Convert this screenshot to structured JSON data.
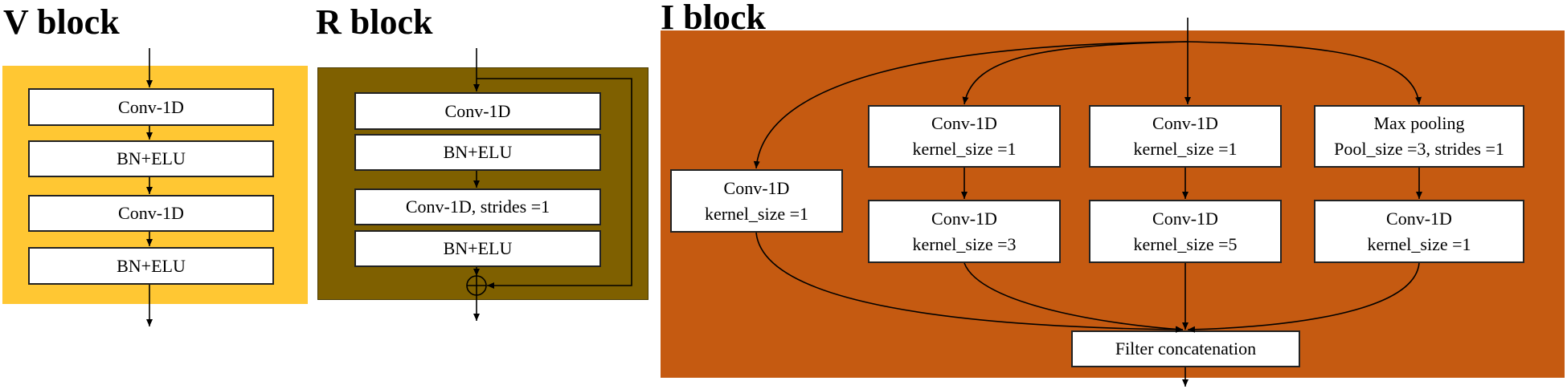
{
  "v_block": {
    "title": "V block",
    "fill": "#FFC733",
    "boxes": [
      "Conv-1D",
      "BN+ELU",
      "Conv-1D",
      "BN+ELU"
    ]
  },
  "r_block": {
    "title": "R block",
    "fill": "#7F6000",
    "boxes": [
      "Conv-1D",
      "BN+ELU",
      "Conv-1D, strides =1",
      "BN+ELU"
    ],
    "add_symbol": "⊕"
  },
  "i_block": {
    "title": "I block",
    "fill": "#C55A11",
    "left_branch": {
      "line1": "Conv-1D",
      "line2": "kernel_size =1"
    },
    "branch2_top": {
      "line1": "Conv-1D",
      "line2": "kernel_size =1"
    },
    "branch2_bottom": {
      "line1": "Conv-1D",
      "line2": "kernel_size =3"
    },
    "branch3_top": {
      "line1": "Conv-1D",
      "line2": "kernel_size =1"
    },
    "branch3_bottom": {
      "line1": "Conv-1D",
      "line2": "kernel_size =5"
    },
    "branch4_top": {
      "line1": "Max pooling",
      "line2": "Pool_size =3, strides =1"
    },
    "branch4_bottom": {
      "line1": "Conv-1D",
      "line2": "kernel_size =1"
    },
    "concat": "Filter concatenation"
  }
}
